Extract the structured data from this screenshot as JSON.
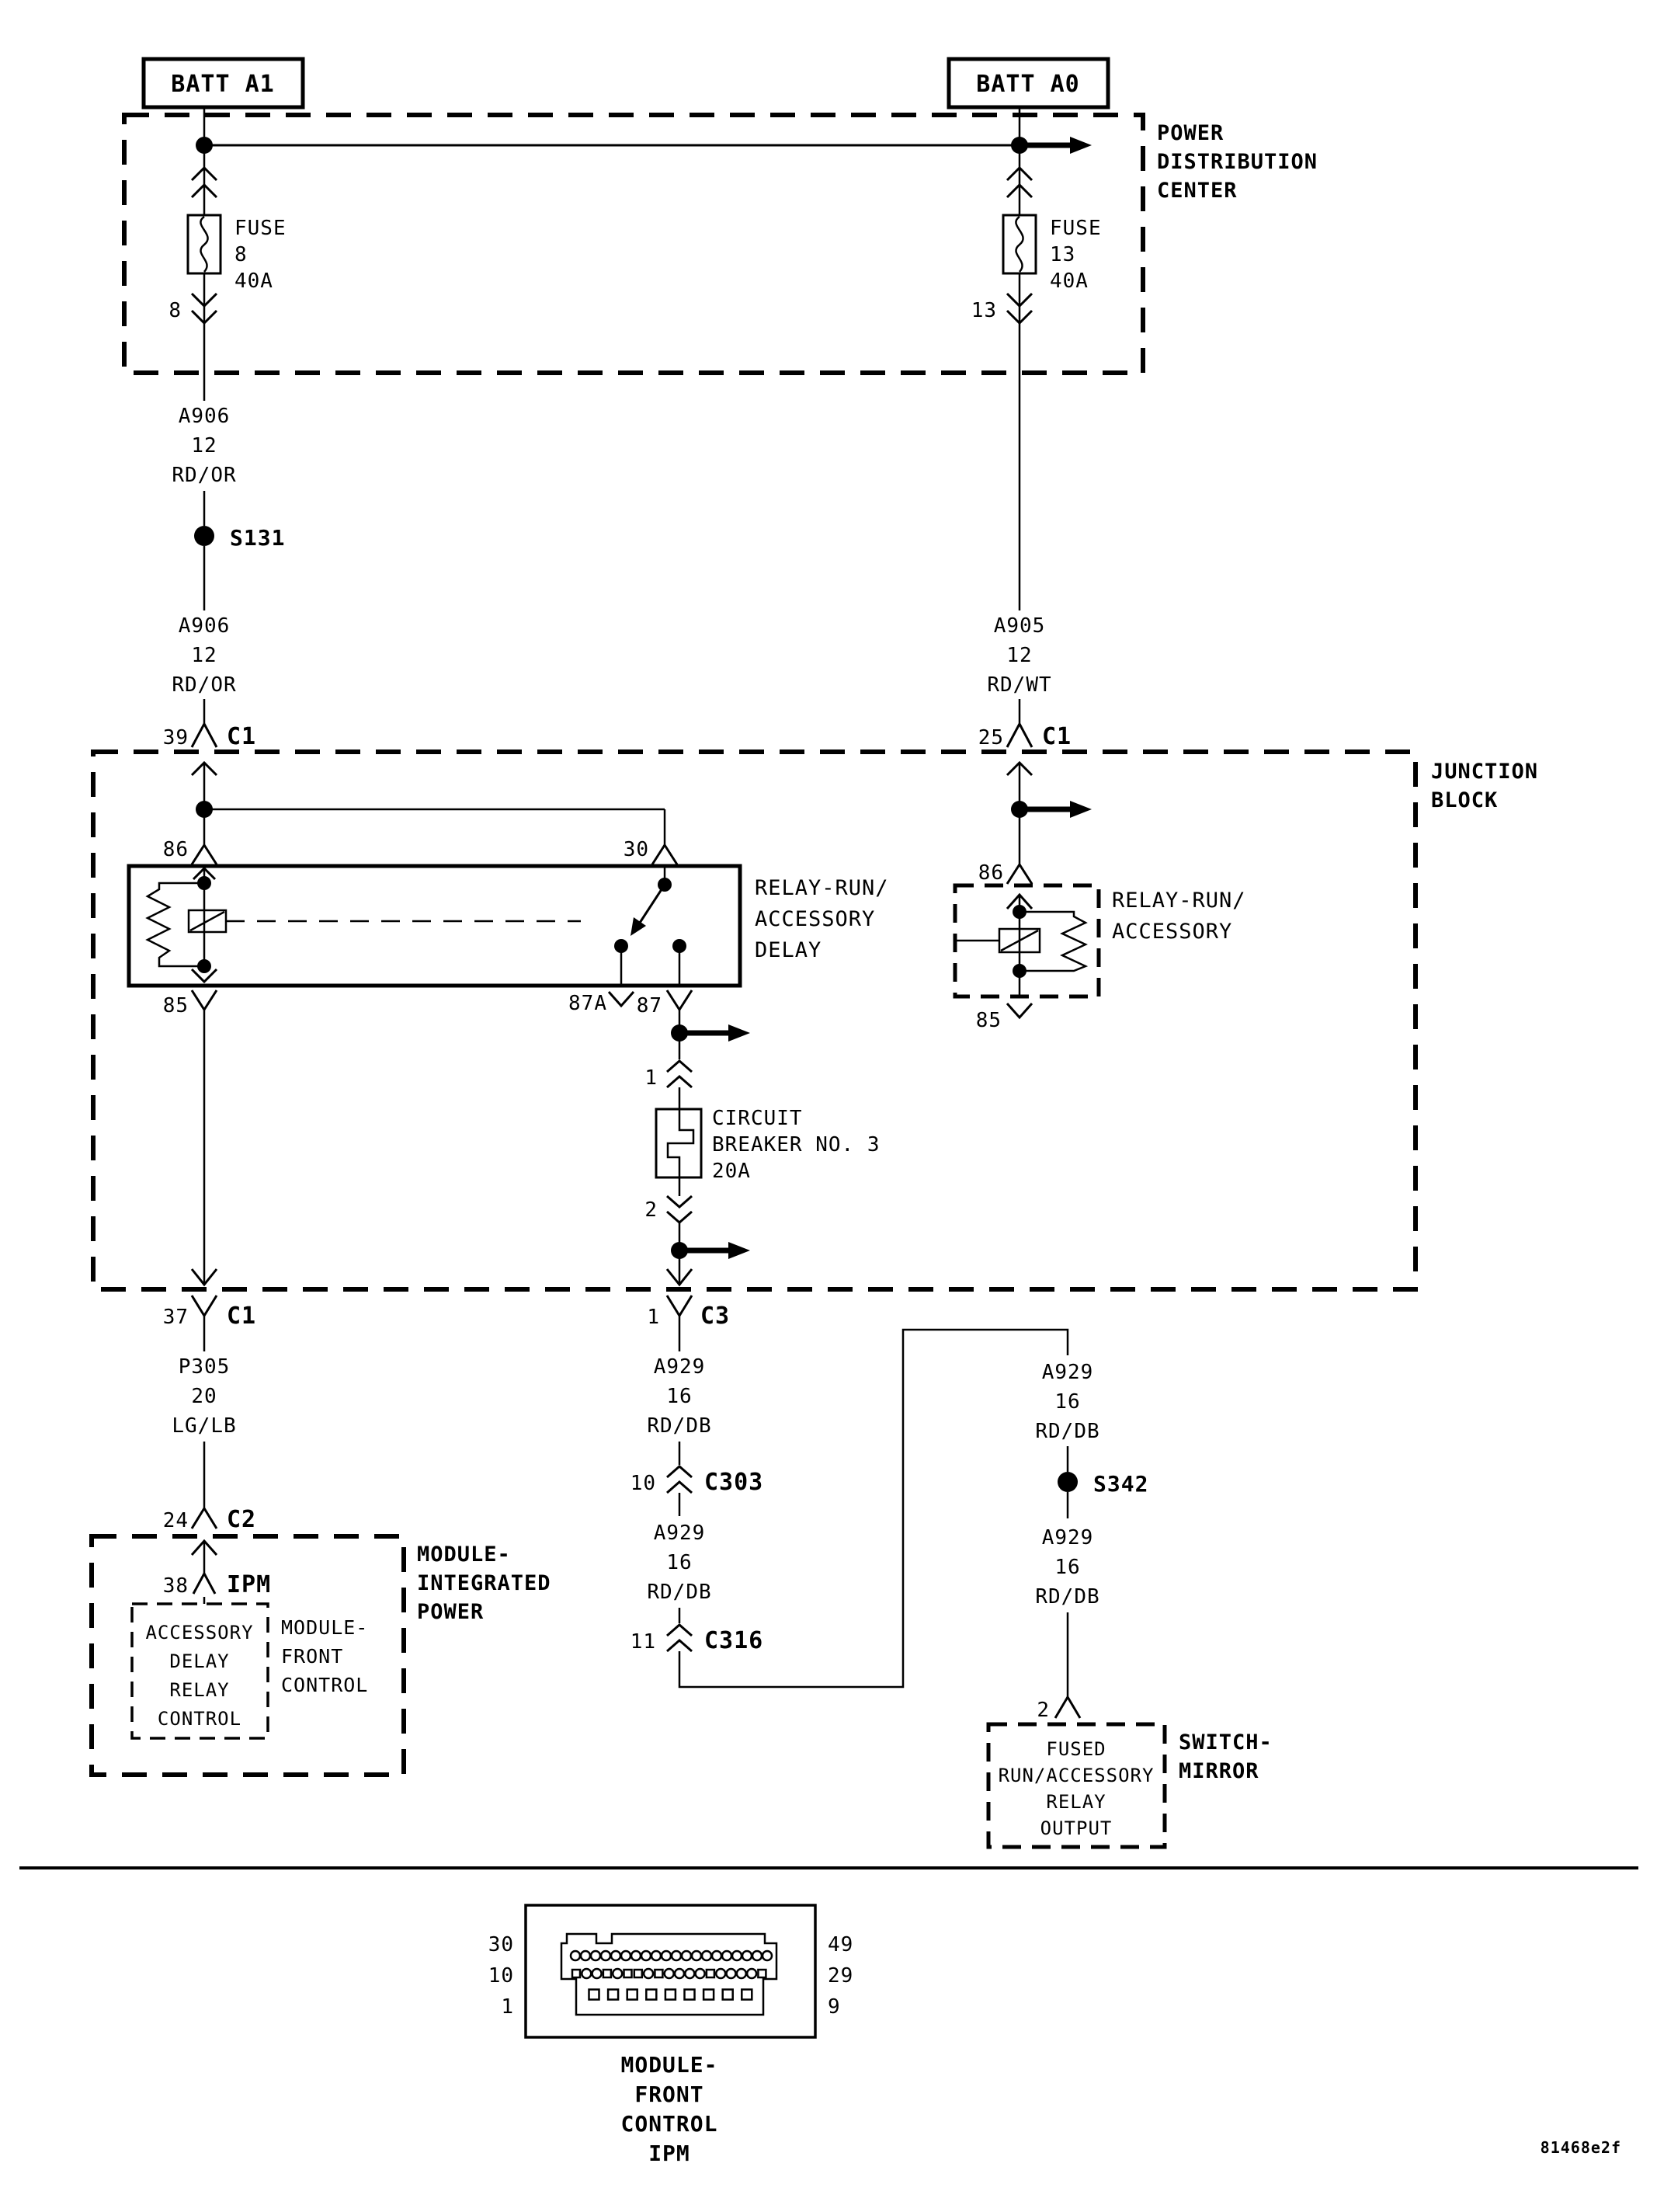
{
  "page": {
    "background": "#ffffff",
    "ink": "#000000",
    "code": "81468e2f"
  },
  "pdc": {
    "label": [
      "POWER",
      "DISTRIBUTION",
      "CENTER"
    ],
    "batt_a1": "BATT A1",
    "batt_a0": "BATT A0",
    "fuse8": {
      "title": "FUSE",
      "id": "8",
      "rating": "40A",
      "pin": "8"
    },
    "fuse13": {
      "title": "FUSE",
      "id": "13",
      "rating": "40A",
      "pin": "13"
    }
  },
  "left_feed": {
    "wire_upper": [
      "A906",
      "12",
      "RD/OR"
    ],
    "splice": "S131",
    "wire_lower": [
      "A906",
      "12",
      "RD/OR"
    ],
    "conn": {
      "pin": "39",
      "name": "C1"
    }
  },
  "right_feed": {
    "wire": [
      "A905",
      "12",
      "RD/WT"
    ],
    "conn": {
      "pin": "25",
      "name": "C1"
    }
  },
  "junction_block": {
    "label": [
      "JUNCTION",
      "BLOCK"
    ],
    "relay_delay": {
      "label": [
        "RELAY-RUN/",
        "ACCESSORY",
        "DELAY"
      ],
      "pin_86": "86",
      "pin_30": "30",
      "pin_85": "85",
      "pin_87a": "87A",
      "pin_87": "87"
    },
    "relay_acc": {
      "label": [
        "RELAY-RUN/",
        "ACCESSORY"
      ],
      "pin_86": "86",
      "pin_85": "85"
    },
    "breaker": {
      "label": [
        "CIRCUIT",
        "BREAKER NO. 3",
        "20A"
      ],
      "pin_in": "1",
      "pin_out": "2"
    }
  },
  "left_branch": {
    "conn_c1": {
      "pin": "37",
      "name": "C1"
    },
    "wire": [
      "P305",
      "20",
      "LG/LB"
    ],
    "conn_c2": {
      "pin": "24",
      "name": "C2"
    },
    "module": {
      "label": [
        "MODULE-",
        "INTEGRATED",
        "POWER"
      ],
      "conn": {
        "pin": "38",
        "name": "IPM"
      },
      "inner_label": [
        "ACCESSORY",
        "DELAY",
        "RELAY",
        "CONTROL"
      ],
      "sub_label": [
        "MODULE-",
        "FRONT",
        "CONTROL"
      ]
    }
  },
  "mid_branch": {
    "conn_c3": {
      "pin": "1",
      "name": "C3"
    },
    "wire1": [
      "A929",
      "16",
      "RD/DB"
    ],
    "conn_c303": {
      "pin": "10",
      "name": "C303"
    },
    "wire2": [
      "A929",
      "16",
      "RD/DB"
    ],
    "conn_c316": {
      "pin": "11",
      "name": "C316"
    }
  },
  "right_branch": {
    "wire1": [
      "A929",
      "16",
      "RD/DB"
    ],
    "splice": "S342",
    "wire2": [
      "A929",
      "16",
      "RD/DB"
    ],
    "conn_pin": "2",
    "switch_mirror": {
      "label": [
        "SWITCH-",
        "MIRROR"
      ],
      "inner_label": [
        "FUSED",
        "RUN/ACCESSORY",
        "RELAY",
        "OUTPUT"
      ]
    }
  },
  "bottom_connector": {
    "left_pins": [
      "30",
      "10",
      "1"
    ],
    "right_pins": [
      "49",
      "29",
      "9"
    ],
    "label": [
      "MODULE-",
      "FRONT",
      "CONTROL",
      "IPM"
    ],
    "pin_rows": [
      {
        "count": 20,
        "shape": "circle"
      },
      {
        "count": 19,
        "shape": "mixed",
        "pattern": "sccscsscsccccsccccs"
      },
      {
        "count": 9,
        "shape": "square"
      }
    ]
  }
}
